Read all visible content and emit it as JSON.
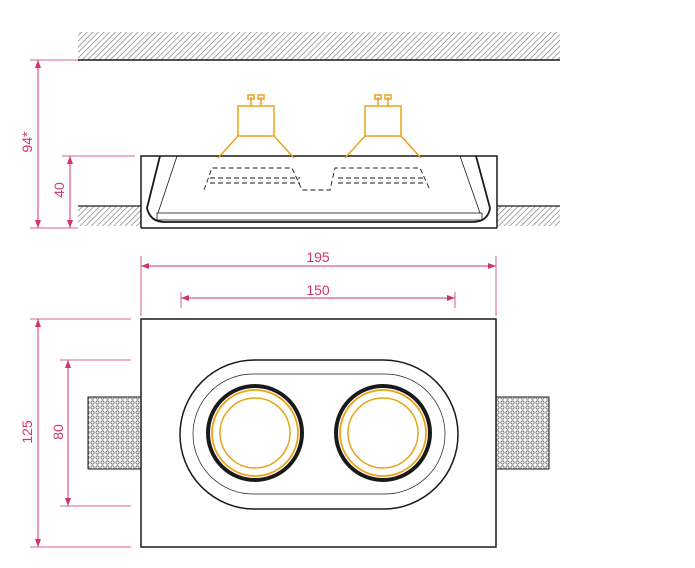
{
  "colors": {
    "background": "#ffffff",
    "outline": "#1a1a1a",
    "hatch": "#6f6f6f",
    "dimension": "#d2336b",
    "lamp": "#e8a317"
  },
  "dimensions": {
    "ceiling_gap": "94*",
    "flange_depth": "40",
    "total_width": "195",
    "cutout_width": "150",
    "total_height": "125",
    "cutout_height": "80"
  },
  "icons": [
    "gu10-lamp-icon",
    "gu10-lamp-icon"
  ]
}
